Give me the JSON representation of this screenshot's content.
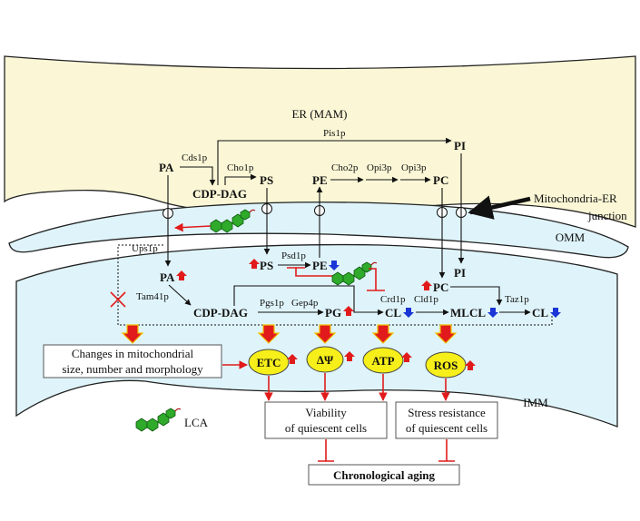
{
  "compartments": {
    "er": "ER (MAM)",
    "omm": "OMM",
    "imm": "IMM",
    "junction_line1": "Mitochondria-ER",
    "junction_line2": "junction"
  },
  "lipids": {
    "pa_er": "PA",
    "cdpdag_er": "CDP-DAG",
    "ps_er": "PS",
    "pe_er": "PE",
    "pc_er": "PC",
    "pi_er": "PI",
    "pa_mito": "PA",
    "ps_mito": "PS",
    "pe_mito": "PE",
    "pi_mito": "PI",
    "pc_mito": "PC",
    "cdpdag_mito": "CDP-DAG",
    "pg_mito": "PG",
    "cl_mito": "CL",
    "mlcl_mito": "MLCL",
    "cl2_mito": "CL"
  },
  "enzymes": {
    "cds1p": "Cds1p",
    "pis1p": "Pis1p",
    "cho1p": "Cho1p",
    "cho2p": "Cho2p",
    "opi3p_a": "Opi3p",
    "opi3p_b": "Opi3p",
    "ups1p": "Ups1p",
    "psd1p": "Psd1p",
    "tam41p": "Tam41p",
    "pgs1p": "Pgs1p",
    "gep4p": "Gep4p",
    "crd1p": "Crd1p",
    "cld1p": "Cld1p",
    "taz1p": "Taz1p"
  },
  "outcomes": {
    "changes_line1": "Changes in mitochondrial",
    "changes_line2": "size, number and morphology",
    "etc": "ETC",
    "dpsi": "ΔΨ",
    "atp": "ATP",
    "ros": "ROS",
    "viability_line1": "Viability",
    "viability_line2": "of quiescent cells",
    "stress_line1": "Stress resistance",
    "stress_line2": "of quiescent cells",
    "aging": "Chronological aging"
  },
  "legend": {
    "lca": "LCA"
  },
  "colors": {
    "er_fill": "#fbf7d6",
    "mito_fill": "#dff4fa",
    "up_arrow": "#e11b1b",
    "down_arrow": "#1a36d6",
    "inhibition": "#e11b1b",
    "oval_fill": "#f6ef1a",
    "lca_green": "#2faa2a"
  }
}
